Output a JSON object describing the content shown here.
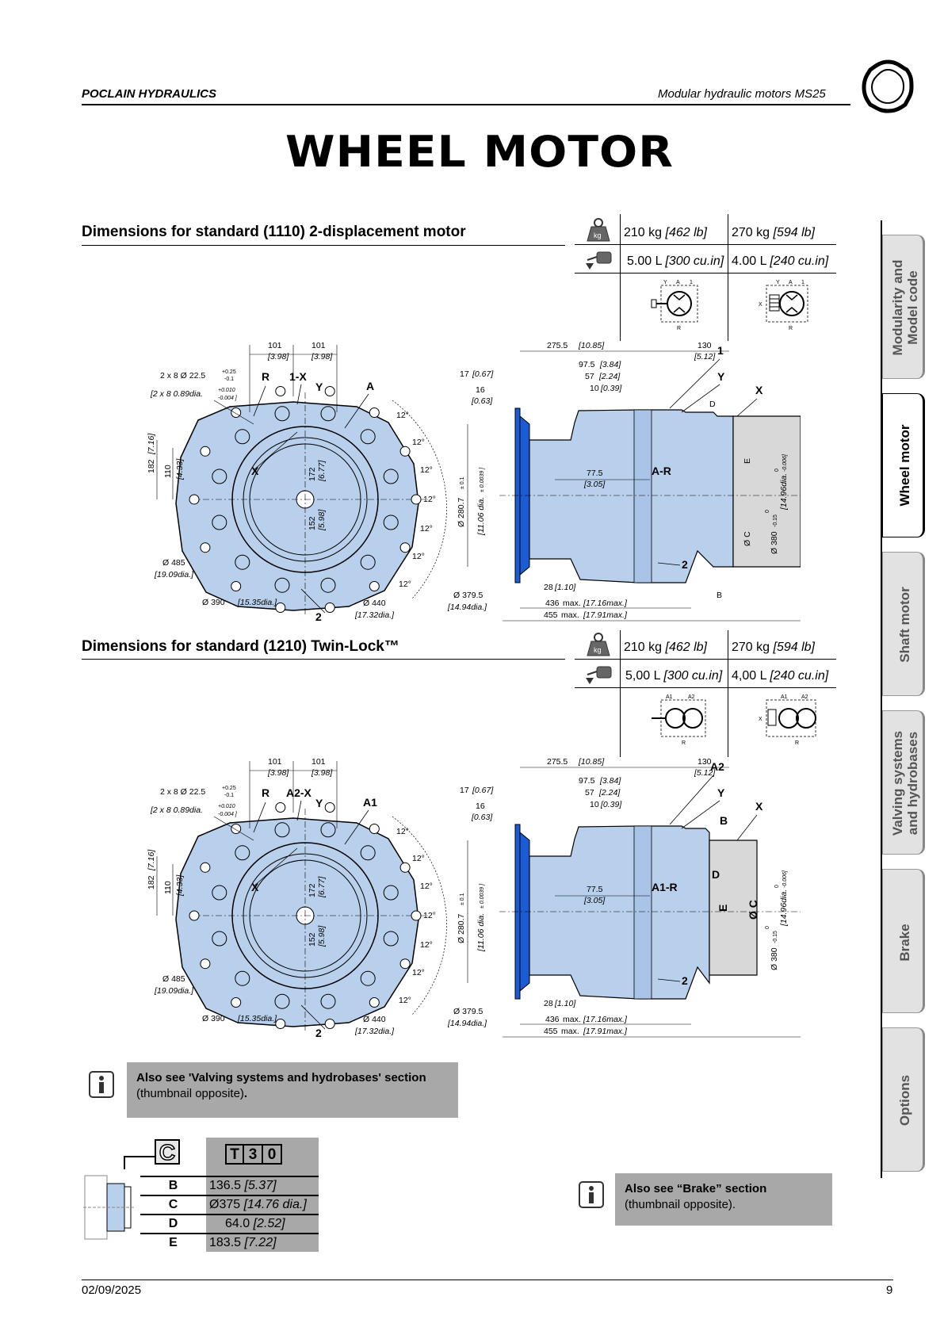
{
  "header": {
    "brand": "POCLAIN HYDRAULICS",
    "document_title": "Modular hydraulic motors MS25"
  },
  "page_heading": "WHEEL MOTOR",
  "sections": [
    {
      "title": "Dimensions for standard (1110) 2-displacement motor",
      "weights": [
        {
          "value": "210 kg",
          "imperial": "[462 lb]"
        },
        {
          "value": "270 kg",
          "imperial": "[594 lb]"
        }
      ],
      "oil_volumes": [
        {
          "value": "5.00 L",
          "imperial": "[300 cu.in]"
        },
        {
          "value": "4.00 L",
          "imperial": "[240 cu.in]"
        }
      ],
      "drawing_labels": {
        "port_left": "1-X",
        "port_right": "A",
        "side_center": "A-R",
        "ref_top": "1",
        "ref_bottom": "2",
        "schematic_top_a": "A",
        "schematic_top_b": "1"
      }
    },
    {
      "title": "Dimensions for standard (1210) Twin-Lock™",
      "weights": [
        {
          "value": "210 kg",
          "imperial": "[462 lb]"
        },
        {
          "value": "270 kg",
          "imperial": "[594 lb]"
        }
      ],
      "oil_volumes": [
        {
          "value": "5,00 L",
          "imperial": "[300 cu.in]"
        },
        {
          "value": "4,00 L",
          "imperial": "[240 cu.in]"
        }
      ],
      "drawing_labels": {
        "port_left": "A2-X",
        "port_right": "A1",
        "side_center": "A1-R",
        "ref_top": "A2",
        "ref_bottom": "2",
        "schematic_top_a": "A1",
        "schematic_top_b": "A2"
      }
    }
  ],
  "front_view_dims": {
    "w1": "101",
    "w1_in": "[3.98]",
    "w2": "101",
    "w2_in": "[3.98]",
    "holes": "2 x 8  Ø 22.5",
    "holes_tol_plus": "+0.25",
    "holes_tol_minus": "-0.1",
    "holes_in": "[2 x 8  0.89dia.",
    "holes_in_tol_plus": "+0.010",
    "holes_in_tol_minus": "-0.004 ]",
    "h182": "182",
    "h182_in": "[7.16]",
    "h110": "110",
    "h110_in": "[4.33]",
    "h172": "172",
    "h172_in": "[6.77]",
    "h152": "152",
    "h152_in": "[5.98]",
    "d485": "Ø 485",
    "d485_in": "[19.09dia.]",
    "d390": "Ø  390",
    "d390_in": "[15.35dia.]",
    "d440": "Ø 440",
    "d440_in": "[17.32dia.]",
    "angle": "12°",
    "label_r": "R",
    "label_y": "Y",
    "label_x": "X",
    "label_2": "2"
  },
  "side_view_dims": {
    "l275": "275.5",
    "l275_in": "[10.85]",
    "l130": "130",
    "l130_in": "[5.12]",
    "l97": "97.5",
    "l97_in": "[3.84]",
    "l57": "57",
    "l57_in": "[2.24]",
    "l10": "10",
    "l10_in": "[0.39]",
    "l17": "17",
    "l17_in": "[0.67]",
    "l16": "16",
    "l16_in": "[0.63]",
    "d280": "Ø 280.7",
    "d280_tol": "± 0.1",
    "d280_in": "[11.06 dia.",
    "d280_in_tol": "± 0.0039 ]",
    "l77": "77.5",
    "l77_in": "[3.05]",
    "d380": "Ø 380",
    "d380_tol": "-0.15",
    "d380_in": "[14.96dia.",
    "d380_in_tol": "-0.006]",
    "zero": "0",
    "d379": "Ø 379.5",
    "d379_in": "[14.94dia.]",
    "l28": "28",
    "l28_in": "[1.10]",
    "l436": "436",
    "l436_max": "max.",
    "l436_in": "[17.16max.]",
    "l455": "455",
    "l455_max": "max.",
    "l455_in": "[17.91max.]",
    "label_y": "Y",
    "label_x": "X",
    "label_d": "D",
    "label_e": "E",
    "label_b": "B",
    "label_c": "Ø C",
    "schematic_y": "Y",
    "schematic_x": "X",
    "schematic_r": "R"
  },
  "notes": [
    {
      "bold": "Also see 'Valving systems and hydrobases' section",
      "normal": "(thumbnail opposite)",
      "tail": "."
    },
    {
      "bold": "Also see “Brake” section",
      "normal": "(thumbnail opposite)."
    }
  ],
  "option_table": {
    "code_letter": "C",
    "code_boxes": [
      "T",
      "3",
      "0"
    ],
    "rows": [
      {
        "label": "B",
        "value": "136.5",
        "imperial": "[5.37]"
      },
      {
        "label": "C",
        "value": "Ø375",
        "imperial": "[14.76 dia.]"
      },
      {
        "label": "D",
        "value": "64.0",
        "imperial": "[2.52]"
      },
      {
        "label": "E",
        "value": "183.5",
        "imperial": "[7.22]"
      }
    ]
  },
  "tabs": [
    {
      "line1": "Modularity and",
      "line2": "Model code",
      "active": false
    },
    {
      "line1": "Wheel motor",
      "line2": "",
      "active": true
    },
    {
      "line1": "Shaft motor",
      "line2": "",
      "active": false
    },
    {
      "line1": "Valving systems",
      "line2": "and hydrobases",
      "active": false
    },
    {
      "line1": "Brake",
      "line2": "",
      "active": false
    },
    {
      "line1": "Options",
      "line2": "",
      "active": false
    }
  ],
  "footer": {
    "date": "02/09/2025",
    "page_number": "9"
  },
  "colors": {
    "motor_body": "#b8d0ec",
    "flange": "#1a5bd6",
    "brake_grey": "#d8d8d8",
    "note_bg": "#a8a8a8",
    "table_bg": "#a8a8a8"
  }
}
